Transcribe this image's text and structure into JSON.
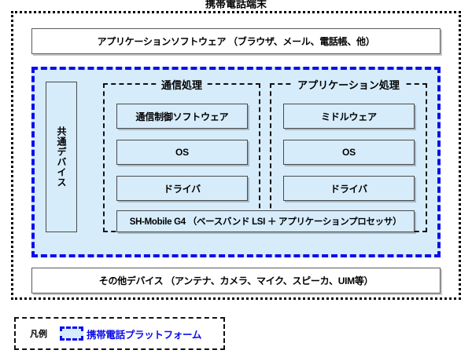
{
  "diagram": {
    "title": "携帯電話端末",
    "application_software": {
      "label": "アプリケーションソフトウェア （ブラウザ、メール、電話帳、他）"
    },
    "platform": {
      "common_devices": {
        "label": "共通デバイス"
      },
      "groups": [
        {
          "title": "通信処理",
          "layers": [
            "通信制御ソフトウェア",
            "OS",
            "ドライバ"
          ]
        },
        {
          "title": "アプリケーション処理",
          "layers": [
            "ミドルウェア",
            "OS",
            "ドライバ"
          ]
        }
      ],
      "soc": {
        "label": "SH-Mobile G4 （ベースバンド LSI ＋ アプリケーションプロセッサ）"
      }
    },
    "other_devices": {
      "label": "その他デバイス （アンテナ、カメラ、マイク、スピーカ、UIM等）"
    },
    "legend": {
      "label": "凡例",
      "entry_text": "携帯電話プラットフォーム"
    },
    "colors": {
      "platform_fill": "#d6ecfb",
      "platform_border": "#0d0dee",
      "box_border": "#4a4a4a",
      "frame_border": "#000000",
      "legend_text": "#0d0dee"
    }
  }
}
